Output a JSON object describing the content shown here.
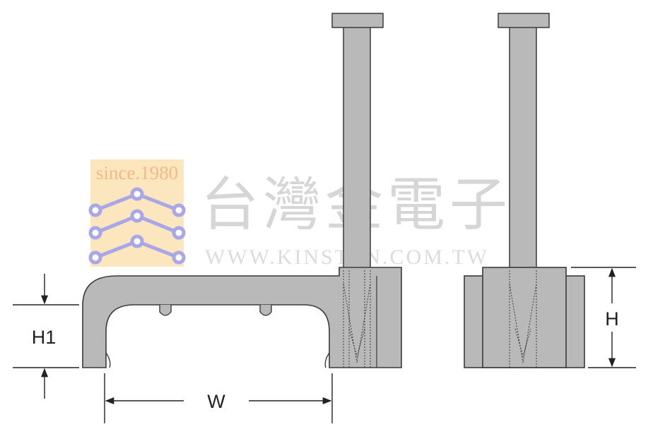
{
  "watermark": {
    "since": "since.1980",
    "company_cn": "台灣金電子",
    "url": "WWW.KINSTEN.COM.TW",
    "badge_color": "#f7d79a",
    "dot_color": "#a9a6ea",
    "text_color": "#d6d6d6"
  },
  "labels": {
    "h1": "H1",
    "w": "W",
    "h": "H"
  },
  "colors": {
    "part_fill": "#b9b9b9",
    "part_dark": "#a5a5a5",
    "outline": "#3a3a3a",
    "dimension": "#222222"
  },
  "icons": {
    "watermark_logo": "circuit-trace-logo"
  }
}
